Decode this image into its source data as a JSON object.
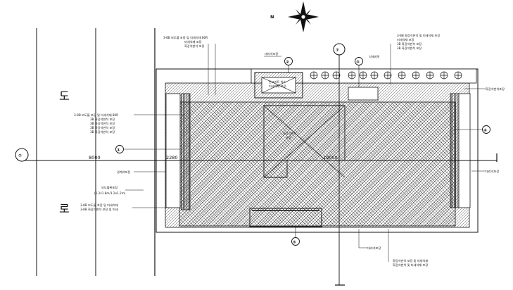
{
  "north_symbol": {
    "label": "N",
    "icon": "compass-rose-icon"
  },
  "road_marks": [
    "도",
    "로"
  ],
  "grid_bubbles": [
    "⑦",
    "⑦",
    "⑦"
  ],
  "detail_bubbles": [
    "①",
    "②",
    "③",
    "④",
    "⑤"
  ],
  "dimensions": [
    "8000",
    "2280",
    "19000"
  ],
  "notes": {
    "top_left": [
      "3-8B 보도블 포장 및 미세석재 80R",
      "미세석재 포장",
      "화강석판석 포장"
    ],
    "top_right": [
      "3-8B 화강석판석 및 미세석재 포장",
      "미세석재 포장",
      "3B 화강석판석 포장",
      "3B 화강석판석 포장"
    ],
    "top_center": "대리석포장",
    "top_right_small": "식재지역",
    "inner_box": [
      "콘크리트 박스",
      "미세석재 포장"
    ],
    "left": [
      "3-8B 보도블 포장 및 미세석재 80R",
      "3B 화강석판석 포장",
      "3B 화강석판석 포장",
      "3B 화강석판석 포장",
      "3B 화강석판석 포장"
    ],
    "left_lower": "경계석포장",
    "left_note": [
      "보도블록포장",
      "(1.2x1.8m/1.2x1.2m)"
    ],
    "left_bottom": [
      "3-8B 보도블 포장 및 미세석재",
      "3-8B 화강석판석 포장 및 미세"
    ],
    "center_hatch": [
      "화강석판석",
      "포장"
    ],
    "right_top": "화강석판석포장",
    "right_mid": "대리석포장",
    "bottom_center": "대리석포장",
    "bottom_right": [
      "화강석판석 포장 및 미세석재",
      "화강석판석 및 미세석재 포장"
    ]
  }
}
